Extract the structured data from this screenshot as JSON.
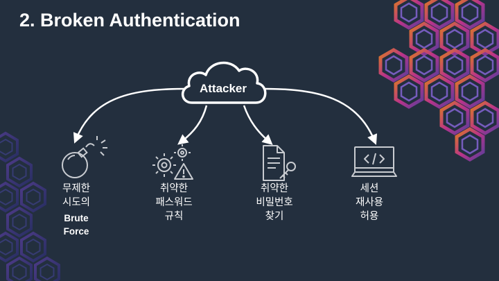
{
  "title": "2. Broken Authentication",
  "cloud": {
    "label": "Attacker"
  },
  "items": [
    {
      "icon": "bomb-icon",
      "lines": [
        "무제한",
        "시도의"
      ],
      "bold_lines": [
        "Brute",
        "Force"
      ]
    },
    {
      "icon": "gears-warning-icon",
      "lines": [
        "취약한",
        "패스워드",
        "규칙"
      ]
    },
    {
      "icon": "document-key-icon",
      "lines": [
        "취약한",
        "비밀번호",
        "찾기"
      ]
    },
    {
      "icon": "code-monitor-icon",
      "lines": [
        "세션",
        "재사용",
        "허용"
      ]
    }
  ],
  "colors": {
    "background": "#232f3e",
    "text": "#ffffff",
    "icon": "#c9ccd1",
    "hex_purple": "#5b3fa0",
    "hex_pink": "#c2348f",
    "hex_orange": "#e8801f"
  }
}
